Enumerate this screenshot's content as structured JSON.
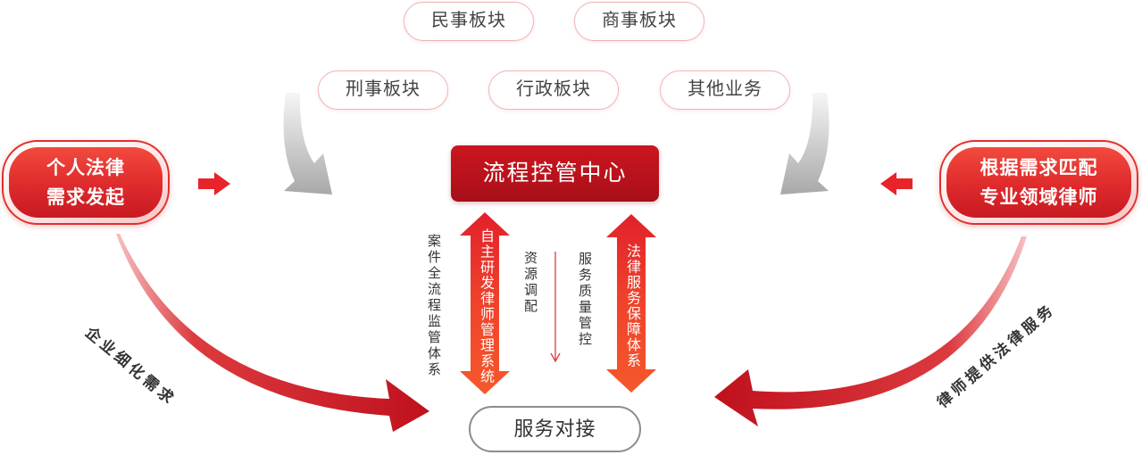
{
  "sectors": [
    {
      "label": "民事板块"
    },
    {
      "label": "商事板块"
    },
    {
      "label": "刑事板块"
    },
    {
      "label": "行政板块"
    },
    {
      "label": "其他业务"
    }
  ],
  "client_node": {
    "line1": "个人法律",
    "line2": "需求发起"
  },
  "lawyer_node": {
    "line1": "根据需求匹配",
    "line2": "专业领域律师"
  },
  "control_center": {
    "label": "流程控管中心"
  },
  "pillars": {
    "case_supervision": "案件全流程监管体系",
    "lawyer_management_system": "自主研发律师管理系统",
    "resource_allocation": "资源调配",
    "quality_control": "服务质量管控",
    "service_guarantee": "法律服务保障体系"
  },
  "service_node": {
    "label": "服务对接"
  },
  "flow_labels": {
    "left": "企业细化需求",
    "right": "律师提供法律服务"
  },
  "icons": {
    "client_to_center": "arrow-right-icon",
    "lawyer_to_center": "arrow-left-icon",
    "sectors_feed": "curved-arrow-icon",
    "pillars": "double-arrow-icon",
    "resource_flow": "arrow-down-icon"
  },
  "colors": {
    "sector_border": "#f0b3b5",
    "node_red": "#e0302d",
    "center_red": "#b8121c",
    "arrow_red": "#e8232a",
    "pillar_orange": "#f5582b",
    "curve_red": "#c0111d",
    "gray_arrow": "#a8a8a8",
    "service_border": "#8c8c8c",
    "text_dark": "#333333"
  }
}
